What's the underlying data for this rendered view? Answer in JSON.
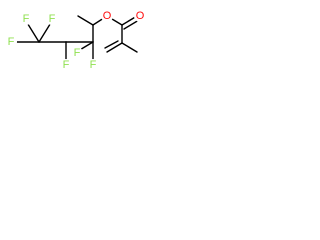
{
  "molecule": {
    "atoms": {
      "o_ester": {
        "symbol": "O",
        "color": "#ff0d0d"
      },
      "o_carbonyl": {
        "symbol": "O",
        "color": "#ff0d0d"
      },
      "f_top_left": {
        "symbol": "F",
        "color": "#90e050"
      },
      "f_top_right": {
        "symbol": "F",
        "color": "#90e050"
      },
      "f_cf2_left": {
        "symbol": "F",
        "color": "#90e050"
      },
      "f_cf2_bottom": {
        "symbol": "F",
        "color": "#90e050"
      },
      "f_cf3_left": {
        "symbol": "F",
        "color": "#90e050"
      },
      "f_chf": {
        "symbol": "F",
        "color": "#90e050"
      }
    },
    "bond_color": "#000000"
  }
}
